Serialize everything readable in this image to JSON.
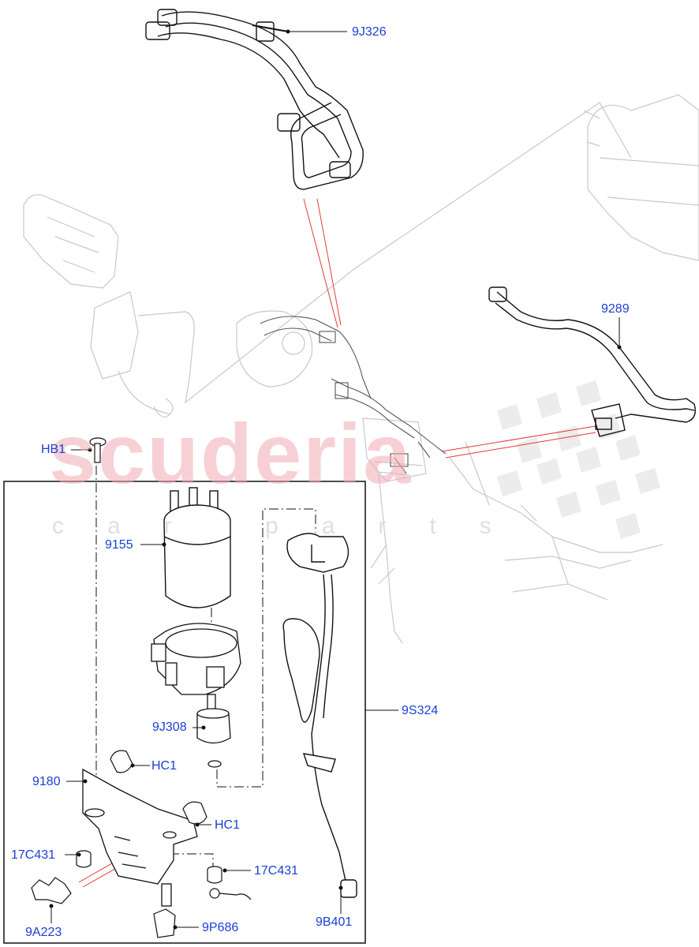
{
  "watermark": {
    "brand": "scuderia",
    "tagline": "car parts"
  },
  "callouts": {
    "9J326": "9J326",
    "9289": "9289",
    "HB1": "HB1",
    "9155": "9155",
    "9S324": "9S324",
    "9J308": "9J308",
    "HC1_top": "HC1",
    "9180": "9180",
    "HC1_bottom": "HC1",
    "17C431_left": "17C431",
    "17C431_right": "17C431",
    "9A223": "9A223",
    "9P686": "9P686",
    "9B401": "9B401"
  },
  "colors": {
    "callout": "#1a3fd6",
    "leader_red": "#e53935",
    "ghost": "#c8c8c8",
    "line": "#111111"
  }
}
